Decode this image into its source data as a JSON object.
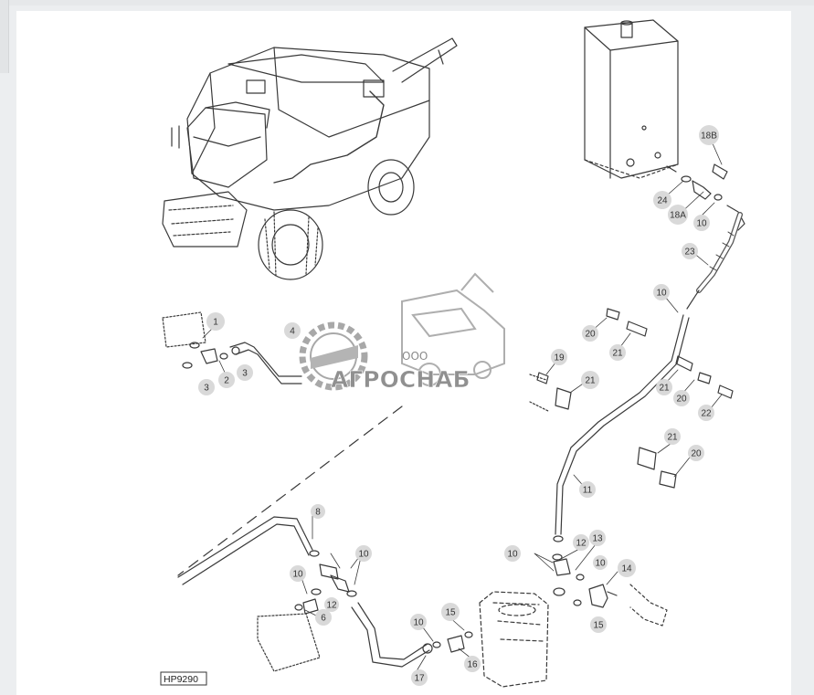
{
  "figure_id": "HP9290",
  "watermark": {
    "company_prefix": "ООО",
    "company_name": "АГРОСНАБ"
  },
  "colors": {
    "line": "#3a3a3a",
    "callout_fill": "#d9d9d9",
    "watermark_gray": "#9a9a9a"
  },
  "callouts": [
    {
      "id": "c1",
      "label": "1"
    },
    {
      "id": "c2",
      "label": "2"
    },
    {
      "id": "c3a",
      "label": "3"
    },
    {
      "id": "c3b",
      "label": "3"
    },
    {
      "id": "c4",
      "label": "4"
    },
    {
      "id": "c6",
      "label": "6"
    },
    {
      "id": "c8",
      "label": "8"
    },
    {
      "id": "c10a",
      "label": "10"
    },
    {
      "id": "c10b",
      "label": "10"
    },
    {
      "id": "c10c",
      "label": "10"
    },
    {
      "id": "c10d",
      "label": "10"
    },
    {
      "id": "c10e",
      "label": "10"
    },
    {
      "id": "c10f",
      "label": "10"
    },
    {
      "id": "c10g",
      "label": "10"
    },
    {
      "id": "c11",
      "label": "11"
    },
    {
      "id": "c12a",
      "label": "12"
    },
    {
      "id": "c12b",
      "label": "12"
    },
    {
      "id": "c13",
      "label": "13"
    },
    {
      "id": "c14",
      "label": "14"
    },
    {
      "id": "c15a",
      "label": "15"
    },
    {
      "id": "c15b",
      "label": "15"
    },
    {
      "id": "c16",
      "label": "16"
    },
    {
      "id": "c17",
      "label": "17"
    },
    {
      "id": "c18a",
      "label": "18A"
    },
    {
      "id": "c18b",
      "label": "18B"
    },
    {
      "id": "c19",
      "label": "19"
    },
    {
      "id": "c20a",
      "label": "20"
    },
    {
      "id": "c20b",
      "label": "20"
    },
    {
      "id": "c20c",
      "label": "20"
    },
    {
      "id": "c21a",
      "label": "21"
    },
    {
      "id": "c21b",
      "label": "21"
    },
    {
      "id": "c21c",
      "label": "21"
    },
    {
      "id": "c21d",
      "label": "21"
    },
    {
      "id": "c22",
      "label": "22"
    },
    {
      "id": "c23",
      "label": "23"
    },
    {
      "id": "c24",
      "label": "24"
    }
  ]
}
